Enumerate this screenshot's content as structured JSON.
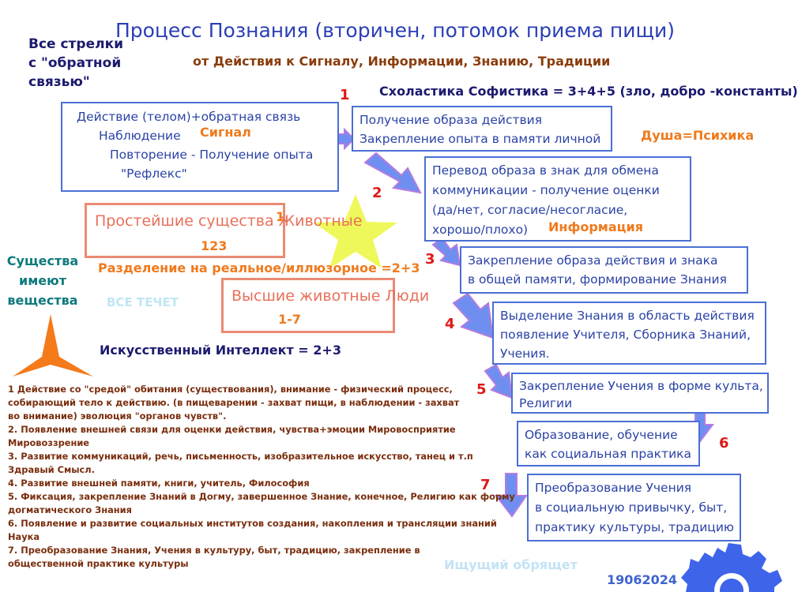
{
  "title": "Процесс Познания (вторичен, потомок приема пищи)",
  "subtitle": "от Действия к Сигналу, Информации, Знанию, Традиции",
  "note_arrows": [
    "Все стрелки",
    "с \"обратной",
    "связью\""
  ],
  "scholastics": "Схоластика Софистика = 3+4+5 (зло, добро -константы)",
  "soul": "Душа=Психика",
  "beings": [
    "Существа",
    "имеют",
    "вещества"
  ],
  "everything_flows": "ВСЕ ТЕЧЕТ",
  "ai": "Искусственный Интеллект = 2+3",
  "separation": "Разделение на реальное/иллюзорное =2+3",
  "seeker": "Ищущий обрящет",
  "date": "19062024",
  "action_box": {
    "lines": [
      "Действие (телом)+обратная связь",
      "Наблюдение",
      "Повторение - Получение опыта",
      "\"Рефлекс\""
    ],
    "signal": "Сигнал"
  },
  "simple_box": {
    "lines": [
      "Простейшие существа",
      "Животные"
    ],
    "num_a": "1",
    "num_b": "123"
  },
  "higher_box": {
    "lines": [
      "Высшие животные",
      "Люди"
    ],
    "num": "1-7"
  },
  "steps": [
    {
      "num": "1",
      "lines": [
        "Получение образа действия",
        "Закрепление опыта в памяти личной"
      ]
    },
    {
      "num": "2",
      "lines": [
        "Перевод образа в знак для обмена",
        "коммуникации - получение оценки",
        "(да/нет, согласие/несогласие,",
        "хорошо/плохо)"
      ],
      "tag": "Информация"
    },
    {
      "num": "3",
      "lines": [
        "Закрепление образа действия и знака",
        "в общей памяти, формирование Знания"
      ]
    },
    {
      "num": "4",
      "lines": [
        "Выделение Знания в область действия",
        "появление Учителя, Сборника Знаний,",
        "Учения."
      ]
    },
    {
      "num": "5",
      "lines": [
        "Закрепление Учения в форме культа,",
        "Религии"
      ]
    },
    {
      "num": "6",
      "lines": [
        "Образование, обучение",
        "как социальная практика"
      ]
    },
    {
      "num": "7",
      "lines": [
        "Преобразование Учения",
        "в социальную привычку, быт,",
        "практику культуры, традицию"
      ]
    }
  ],
  "notes": [
    "1 Действие со \"средой\" обитания (существования), внимание - физический процесс,",
    "собирающий тело к действию. (в пищеварении - захват пищи, в наблюдении - захват",
    "во внимание) эволюция \"органов чувств\".",
    "2. Появление внешней связи для оценки действия, чувства+эмоции Мировосприятие",
    "Мировоззрение",
    "3. Развитие коммуникаций, речь, письменность, изобразительное искусство, танец и т.п",
    "Здравый Смысл.",
    "4. Развитие внешней памяти, книги, учитель, Философия",
    "5. Фиксация, закрепление Знаний в Догму, завершенное Знание, конечное, Религию как форму",
    "догматического Знания",
    "6. Появление и развитие социальных институтов создания, накопления и трансляции знаний",
    "Наука",
    "7. Преобразование Знания, Учения в культуру, быт, традицию, закрепление в",
    "общественной практике культуры"
  ],
  "colors": {
    "box_border": "#4a6fd6",
    "box_text": "#2b43a6",
    "arrow_fill": "#6f8ff0",
    "arrow_stroke": "#b57be0",
    "red": "#e01818",
    "orange": "#ef7a1c",
    "star": "#eef85a",
    "gear": "#3e64ea"
  }
}
